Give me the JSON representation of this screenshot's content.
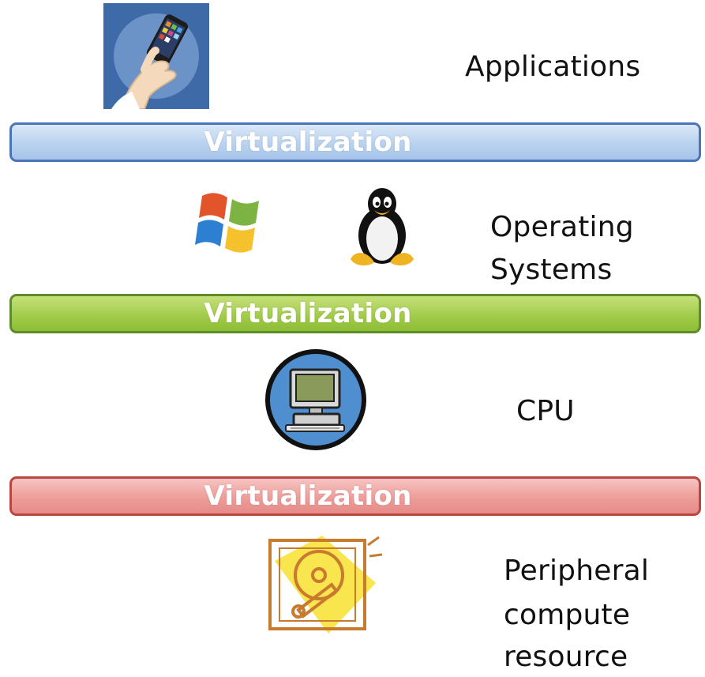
{
  "layers": {
    "applications": {
      "label": "Applications",
      "icon": "smartphone-in-hand-icon"
    },
    "operating_systems": {
      "label_line1": "Operating",
      "label_line2": "Systems",
      "icons": [
        "windows-logo-icon",
        "linux-penguin-icon"
      ]
    },
    "cpu": {
      "label": "CPU",
      "icon": "computer-terminal-icon"
    },
    "peripheral": {
      "label_line1": "Peripheral",
      "label_line2": "compute",
      "label_line3": "resource",
      "icon": "hard-disk-icon"
    }
  },
  "bands": {
    "top": {
      "label": "Virtualization",
      "color": "#a6c4ea"
    },
    "middle": {
      "label": "Virtualization",
      "color": "#8dbd35"
    },
    "bottom": {
      "label": "Virtualization",
      "color": "#e68b88"
    }
  }
}
